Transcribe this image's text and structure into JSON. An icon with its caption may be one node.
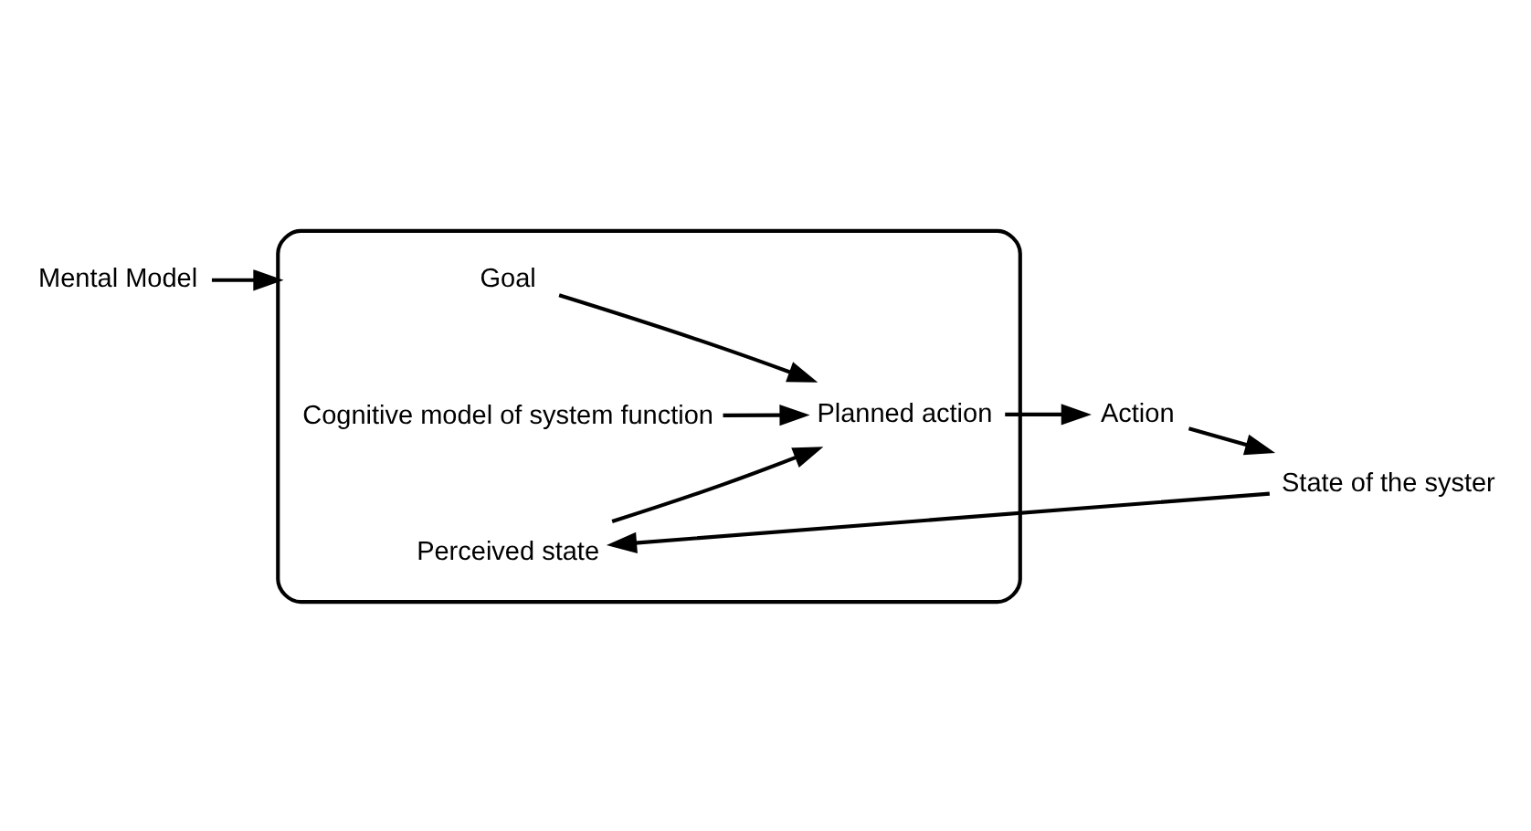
{
  "diagram": {
    "nodes": [
      {
        "text": [],
        "shape": "cloud"
      },
      {
        "text": [
          "Mental Model"
        ]
      },
      {
        "text": [
          "Goal"
        ],
        "in": 0
      },
      {
        "text": [
          "Perceived state"
        ],
        "in": 0
      },
      {
        "text": [
          "Planned action"
        ],
        "in": 0
      },
      {
        "text": [
          "Cognitive model of system function"
        ],
        "in": 0
      },
      {
        "text": [
          "Action"
        ]
      },
      {
        "text": [
          "State of the syster"
        ]
      }
    ],
    "edges": [
      {
        "from": 1,
        "to": 0,
        "arrow": "to"
      },
      {
        "from": 2,
        "to": 4,
        "arrow": "to"
      },
      {
        "from": 3,
        "to": 4,
        "arrow": "to"
      },
      {
        "from": 5,
        "to": 4,
        "arrow": "to"
      },
      {
        "from": 4,
        "to": 6,
        "arrow": "to"
      },
      {
        "from": 6,
        "to": 7,
        "arrow": "to"
      },
      {
        "from": 7,
        "to": 3,
        "arrow": "to"
      }
    ]
  }
}
